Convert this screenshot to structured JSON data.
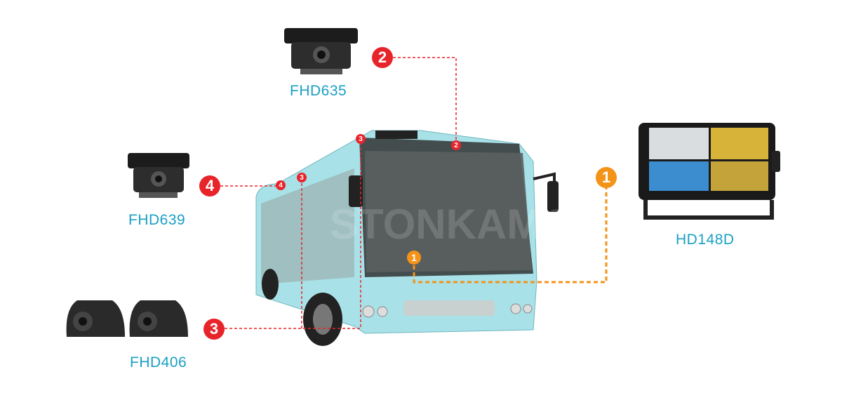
{
  "products": {
    "rear_camera_top": "FHD635",
    "rear_camera_side": "FHD639",
    "side_cameras": "FHD406",
    "monitor": "HD148D"
  },
  "connection_numbers": [
    "1",
    "2",
    "3",
    "4"
  ],
  "watermark": "STONKAM®",
  "colors": {
    "label": "#1a9fc4",
    "camera_line": "#e8242b",
    "monitor_line": "#f39317",
    "bus_body": "#a8e2e8"
  }
}
